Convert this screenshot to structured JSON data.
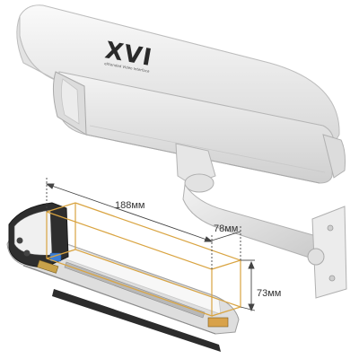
{
  "product": {
    "logo": "XVI",
    "logo_tagline": "eXtended Video Interface"
  },
  "dimensions": {
    "length": "188мм",
    "width": "78мм",
    "height": "73мм"
  },
  "colors": {
    "housing": "#eeeeee",
    "dimension_box": "#d9a441",
    "dim_line": "#444444"
  }
}
